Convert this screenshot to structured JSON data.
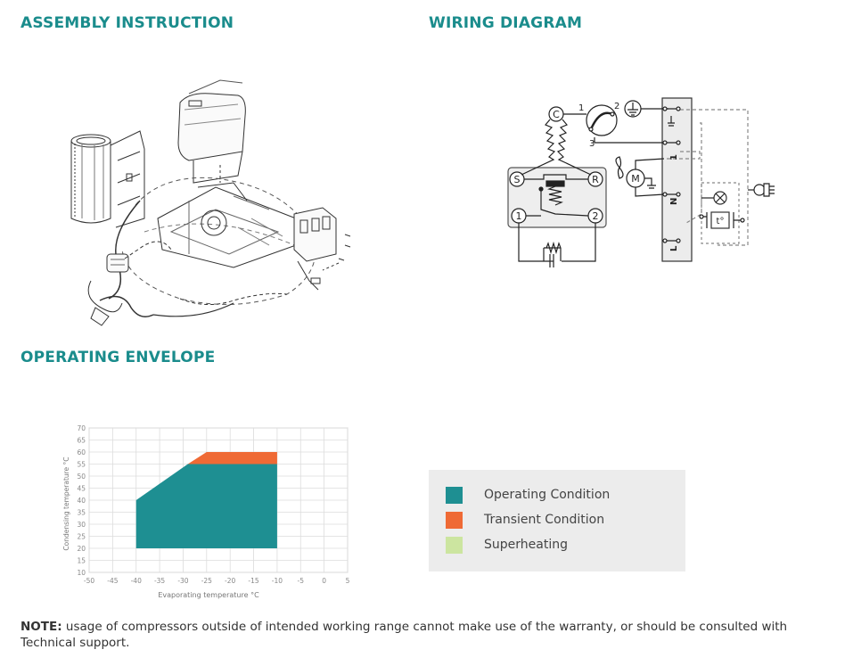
{
  "headings": {
    "assembly": "ASSEMBLY INSTRUCTION",
    "wiring": "WIRING DIAGRAM",
    "envelope": "OPERATING ENVELOPE"
  },
  "colors": {
    "heading": "#1a8c8c",
    "operating": "#1e8f92",
    "transient": "#ef6a35",
    "superheating": "#cce5a0"
  },
  "wiring": {
    "terminal_c": "C",
    "terminal_s": "S",
    "terminal_r": "R",
    "terminal_1": "1",
    "terminal_2": "2",
    "num_1": "1",
    "num_2": "2",
    "num_3": "3",
    "motor": "M",
    "thermostat": "t°",
    "strip_1": "1",
    "strip_n": "N",
    "strip_l": "L"
  },
  "chart_data": {
    "type": "area",
    "xlabel": "Evaporating temperature °C",
    "ylabel": "Condensing temperature °C",
    "xlim": [
      -50,
      5
    ],
    "ylim": [
      10,
      70
    ],
    "x_ticks": [
      -50,
      -45,
      -40,
      -35,
      -30,
      -25,
      -20,
      -15,
      -10,
      -5,
      0,
      5
    ],
    "y_ticks": [
      10,
      15,
      20,
      25,
      30,
      35,
      40,
      45,
      50,
      55,
      60,
      65,
      70
    ],
    "grid": true,
    "series": [
      {
        "name": "Operating Condition",
        "polygon": [
          [
            -40,
            20
          ],
          [
            -40,
            40
          ],
          [
            -29,
            55
          ],
          [
            -10,
            55
          ],
          [
            -10,
            20
          ]
        ]
      },
      {
        "name": "Transient Condition",
        "polygon": [
          [
            -29,
            55
          ],
          [
            -25,
            60
          ],
          [
            -10,
            60
          ],
          [
            -10,
            55
          ]
        ]
      }
    ]
  },
  "legend": [
    {
      "label": "Operating Condition",
      "color": "#1e8f92"
    },
    {
      "label": "Transient Condition",
      "color": "#ef6a35"
    },
    {
      "label": "Superheating",
      "color": "#cce5a0"
    }
  ],
  "note": {
    "prefix": "NOTE:",
    "text": " usage of compressors outside of intended working range cannot make use of the warranty, or should be consulted with Technical support."
  }
}
